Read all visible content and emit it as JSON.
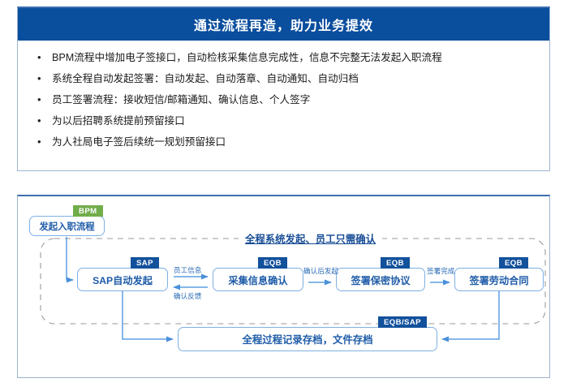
{
  "slide": {
    "title": "通过流程再造，助力业务提效",
    "title_bar_color": "#0a4e9e",
    "panel_border_color": "#9db3d2"
  },
  "bullets": [
    {
      "marker": "•",
      "text": "BPM流程中增加电子签接口，自动检核采集信息完成性，信息不完整无法发起入职流程"
    },
    {
      "marker": "•",
      "text": "系统全程自动发起签署：自动发起、自动落章、自动通知、自动归档"
    },
    {
      "marker": "•",
      "text": "员工签署流程：接收短信/邮箱通知、确认信息、个人签字"
    },
    {
      "marker": "•",
      "text": "为以后招聘系统提前预留接口"
    },
    {
      "marker": "•",
      "text": "为人社局电子签后续统一规划预留接口"
    }
  ],
  "diagram": {
    "group_heading": "全程系统发起、员工只需确认",
    "start_node": {
      "label": "发起入职流程",
      "tag": "BPM",
      "tag_color": "#72ad4b"
    },
    "process_nodes": [
      {
        "label": "SAP自动发起",
        "tag": "SAP",
        "tag_color": "#12519c"
      },
      {
        "label": "采集信息确认",
        "tag": "EQB",
        "tag_color": "#12519c"
      },
      {
        "label": "签署保密协议",
        "tag": "EQB",
        "tag_color": "#12519c"
      },
      {
        "label": "签署劳动合同",
        "tag": "EQB",
        "tag_color": "#12519c"
      }
    ],
    "archive_node": {
      "label": "全程过程记录存档，文件存档",
      "tag": "EQB/SAP",
      "tag_color": "#12519c"
    },
    "connector_labels": {
      "employee_info": "员工信息",
      "confirm_feedback": "确认反馈",
      "after_confirm_start": "确认后发起",
      "sign_complete": "签署完成"
    },
    "node_border_color": "#7eb0e3",
    "node_text_color": "#1f5ca8"
  }
}
